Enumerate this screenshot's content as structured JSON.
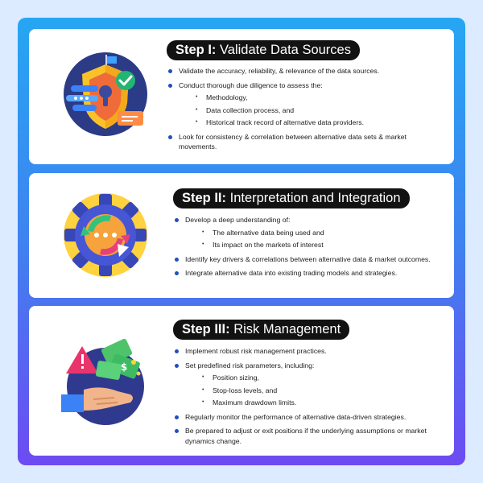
{
  "cards": [
    {
      "step": "Step I:",
      "title": "Validate Data Sources",
      "icon": "shield-lock-check-icon",
      "bullets": [
        {
          "text": "Validate the accuracy, reliability, & relevance of the data sources.",
          "subs": []
        },
        {
          "text": "Conduct thorough due diligence to assess the:",
          "subs": [
            "Methodology,",
            "Data collection process, and",
            "Historical track record of alternative data providers."
          ]
        },
        {
          "text": "Look for consistency & correlation between alternative data  sets & market movements.",
          "subs": []
        }
      ]
    },
    {
      "step": "Step II:",
      "title": "Interpretation and Integration",
      "icon": "gear-integration-icon",
      "bullets": [
        {
          "text": "Develop a deep understanding of:",
          "subs": [
            "The alternative data being used and",
            "Its impact on the markets of interest"
          ]
        },
        {
          "text": "Identify key drivers & correlations between alternative data & market outcomes.",
          "subs": []
        },
        {
          "text": "Integrate alternative data into existing trading models and strategies.",
          "subs": []
        }
      ]
    },
    {
      "step": "Step III:",
      "title": "Risk Management",
      "icon": "risk-money-hand-icon",
      "bullets": [
        {
          "text": "Implement robust risk management practices.",
          "subs": []
        },
        {
          "text": "Set predefined risk parameters, including:",
          "subs": [
            "Position sizing,",
            "Stop-loss levels, and",
            "Maximum drawdown limits."
          ]
        },
        {
          "text": "Regularly monitor the performance of alternative data-driven strategies.",
          "subs": []
        },
        {
          "text": "Be prepared to adjust or exit positions if the underlying assumptions or market dynamics change.",
          "subs": []
        }
      ]
    }
  ],
  "colors": {
    "frame_top": "#26a6f2",
    "frame_bottom": "#6d4bf2",
    "bullet": "#1f4fbf",
    "title_bg": "#121212"
  }
}
